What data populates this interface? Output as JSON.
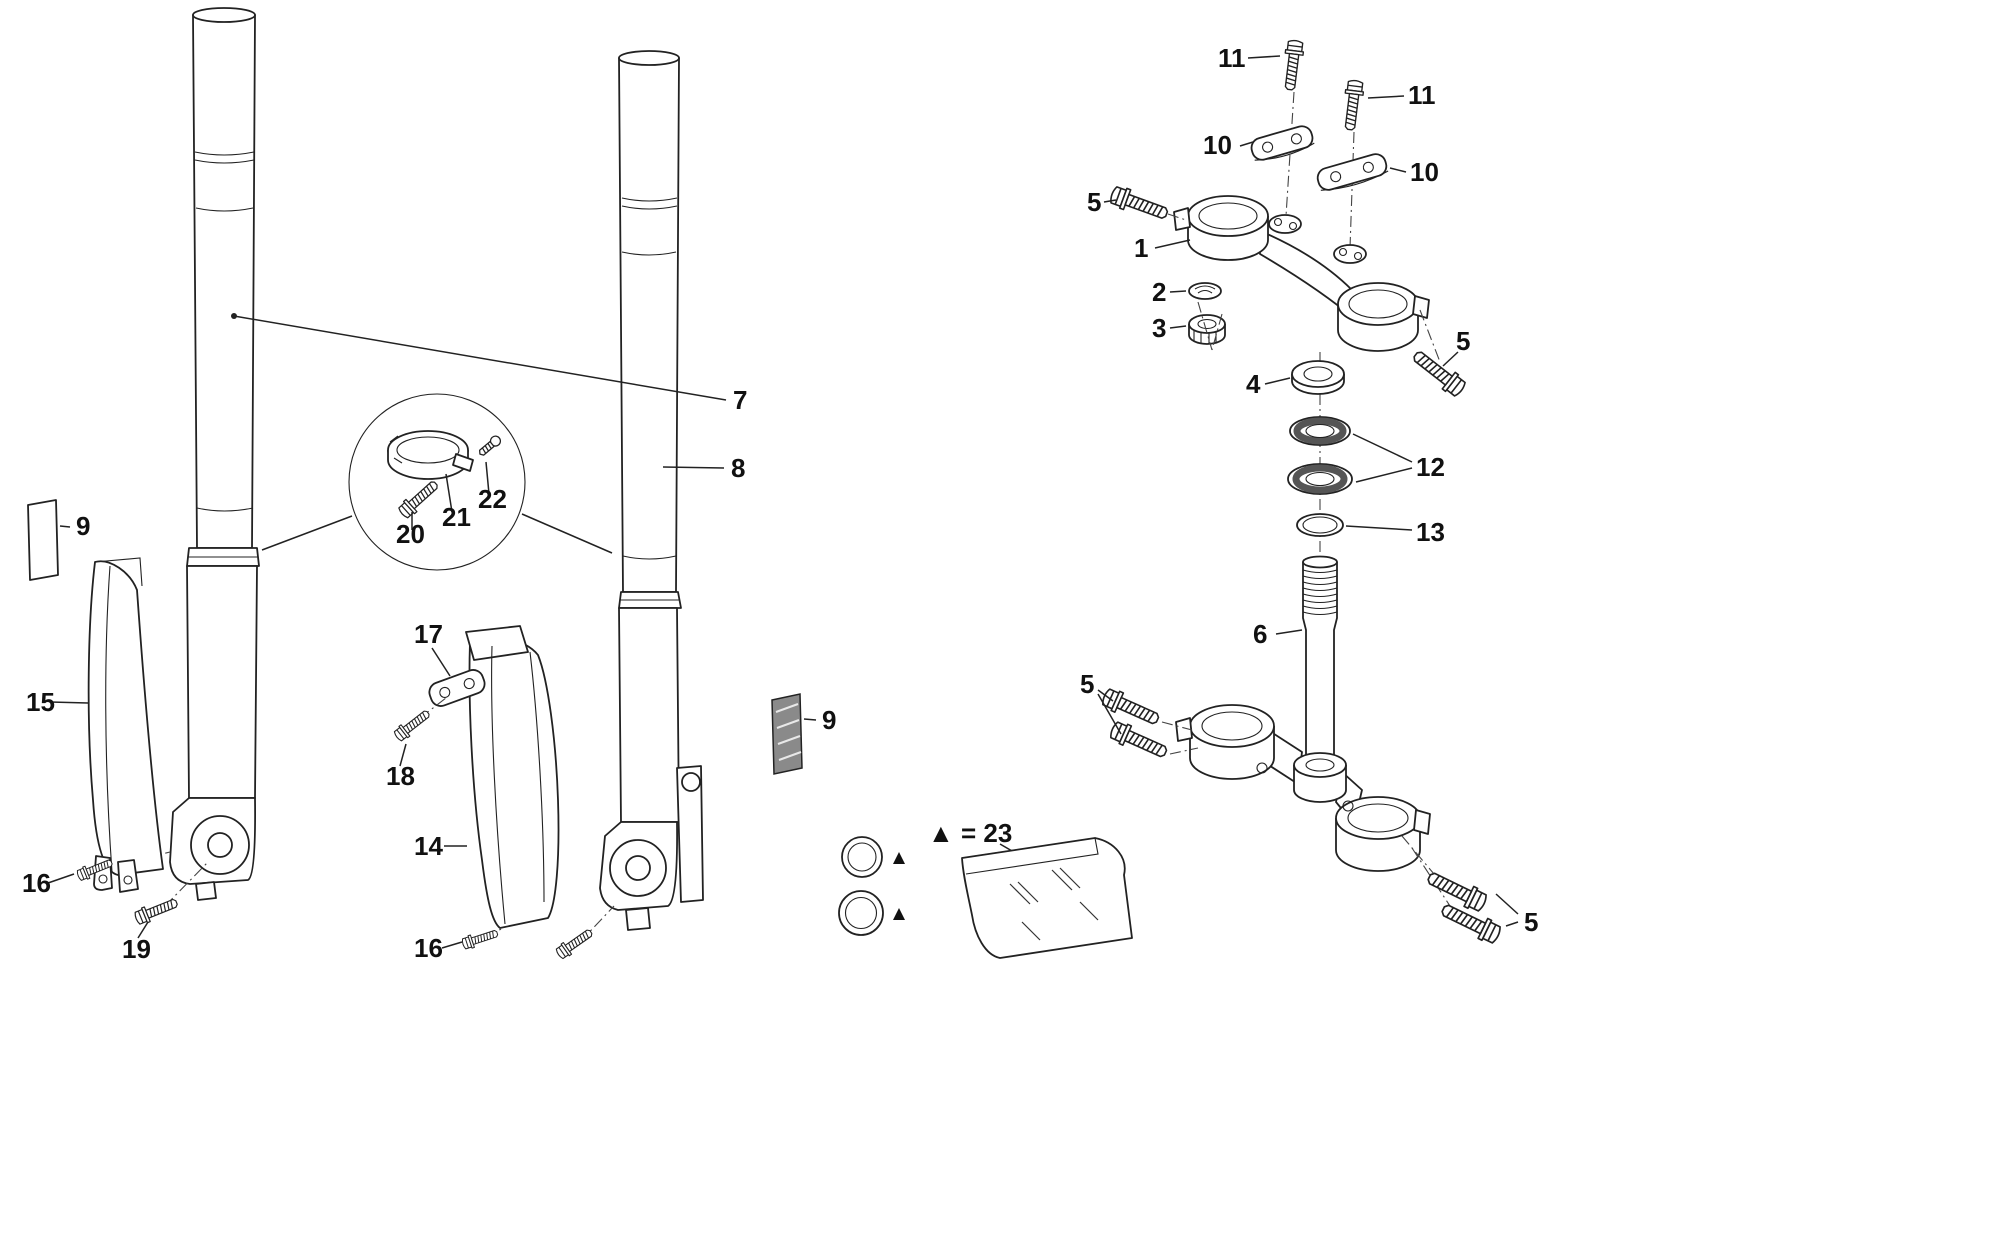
{
  "diagram": {
    "background": "#ffffff",
    "line_color": "#222222"
  },
  "labels": {
    "part1": "1",
    "part2": "2",
    "part3": "3",
    "part4": "4",
    "part5": "5",
    "part6": "6",
    "part7": "7",
    "part8": "8",
    "part9": "9",
    "part10": "10",
    "part11": "11",
    "part12": "12",
    "part13": "13",
    "part14": "14",
    "part15": "15",
    "part16": "16",
    "part17": "17",
    "part18": "18",
    "part19": "19",
    "part20": "20",
    "part21": "21",
    "part22": "22",
    "kit_legend": "▲ = 23",
    "kit_marker": "▲"
  }
}
